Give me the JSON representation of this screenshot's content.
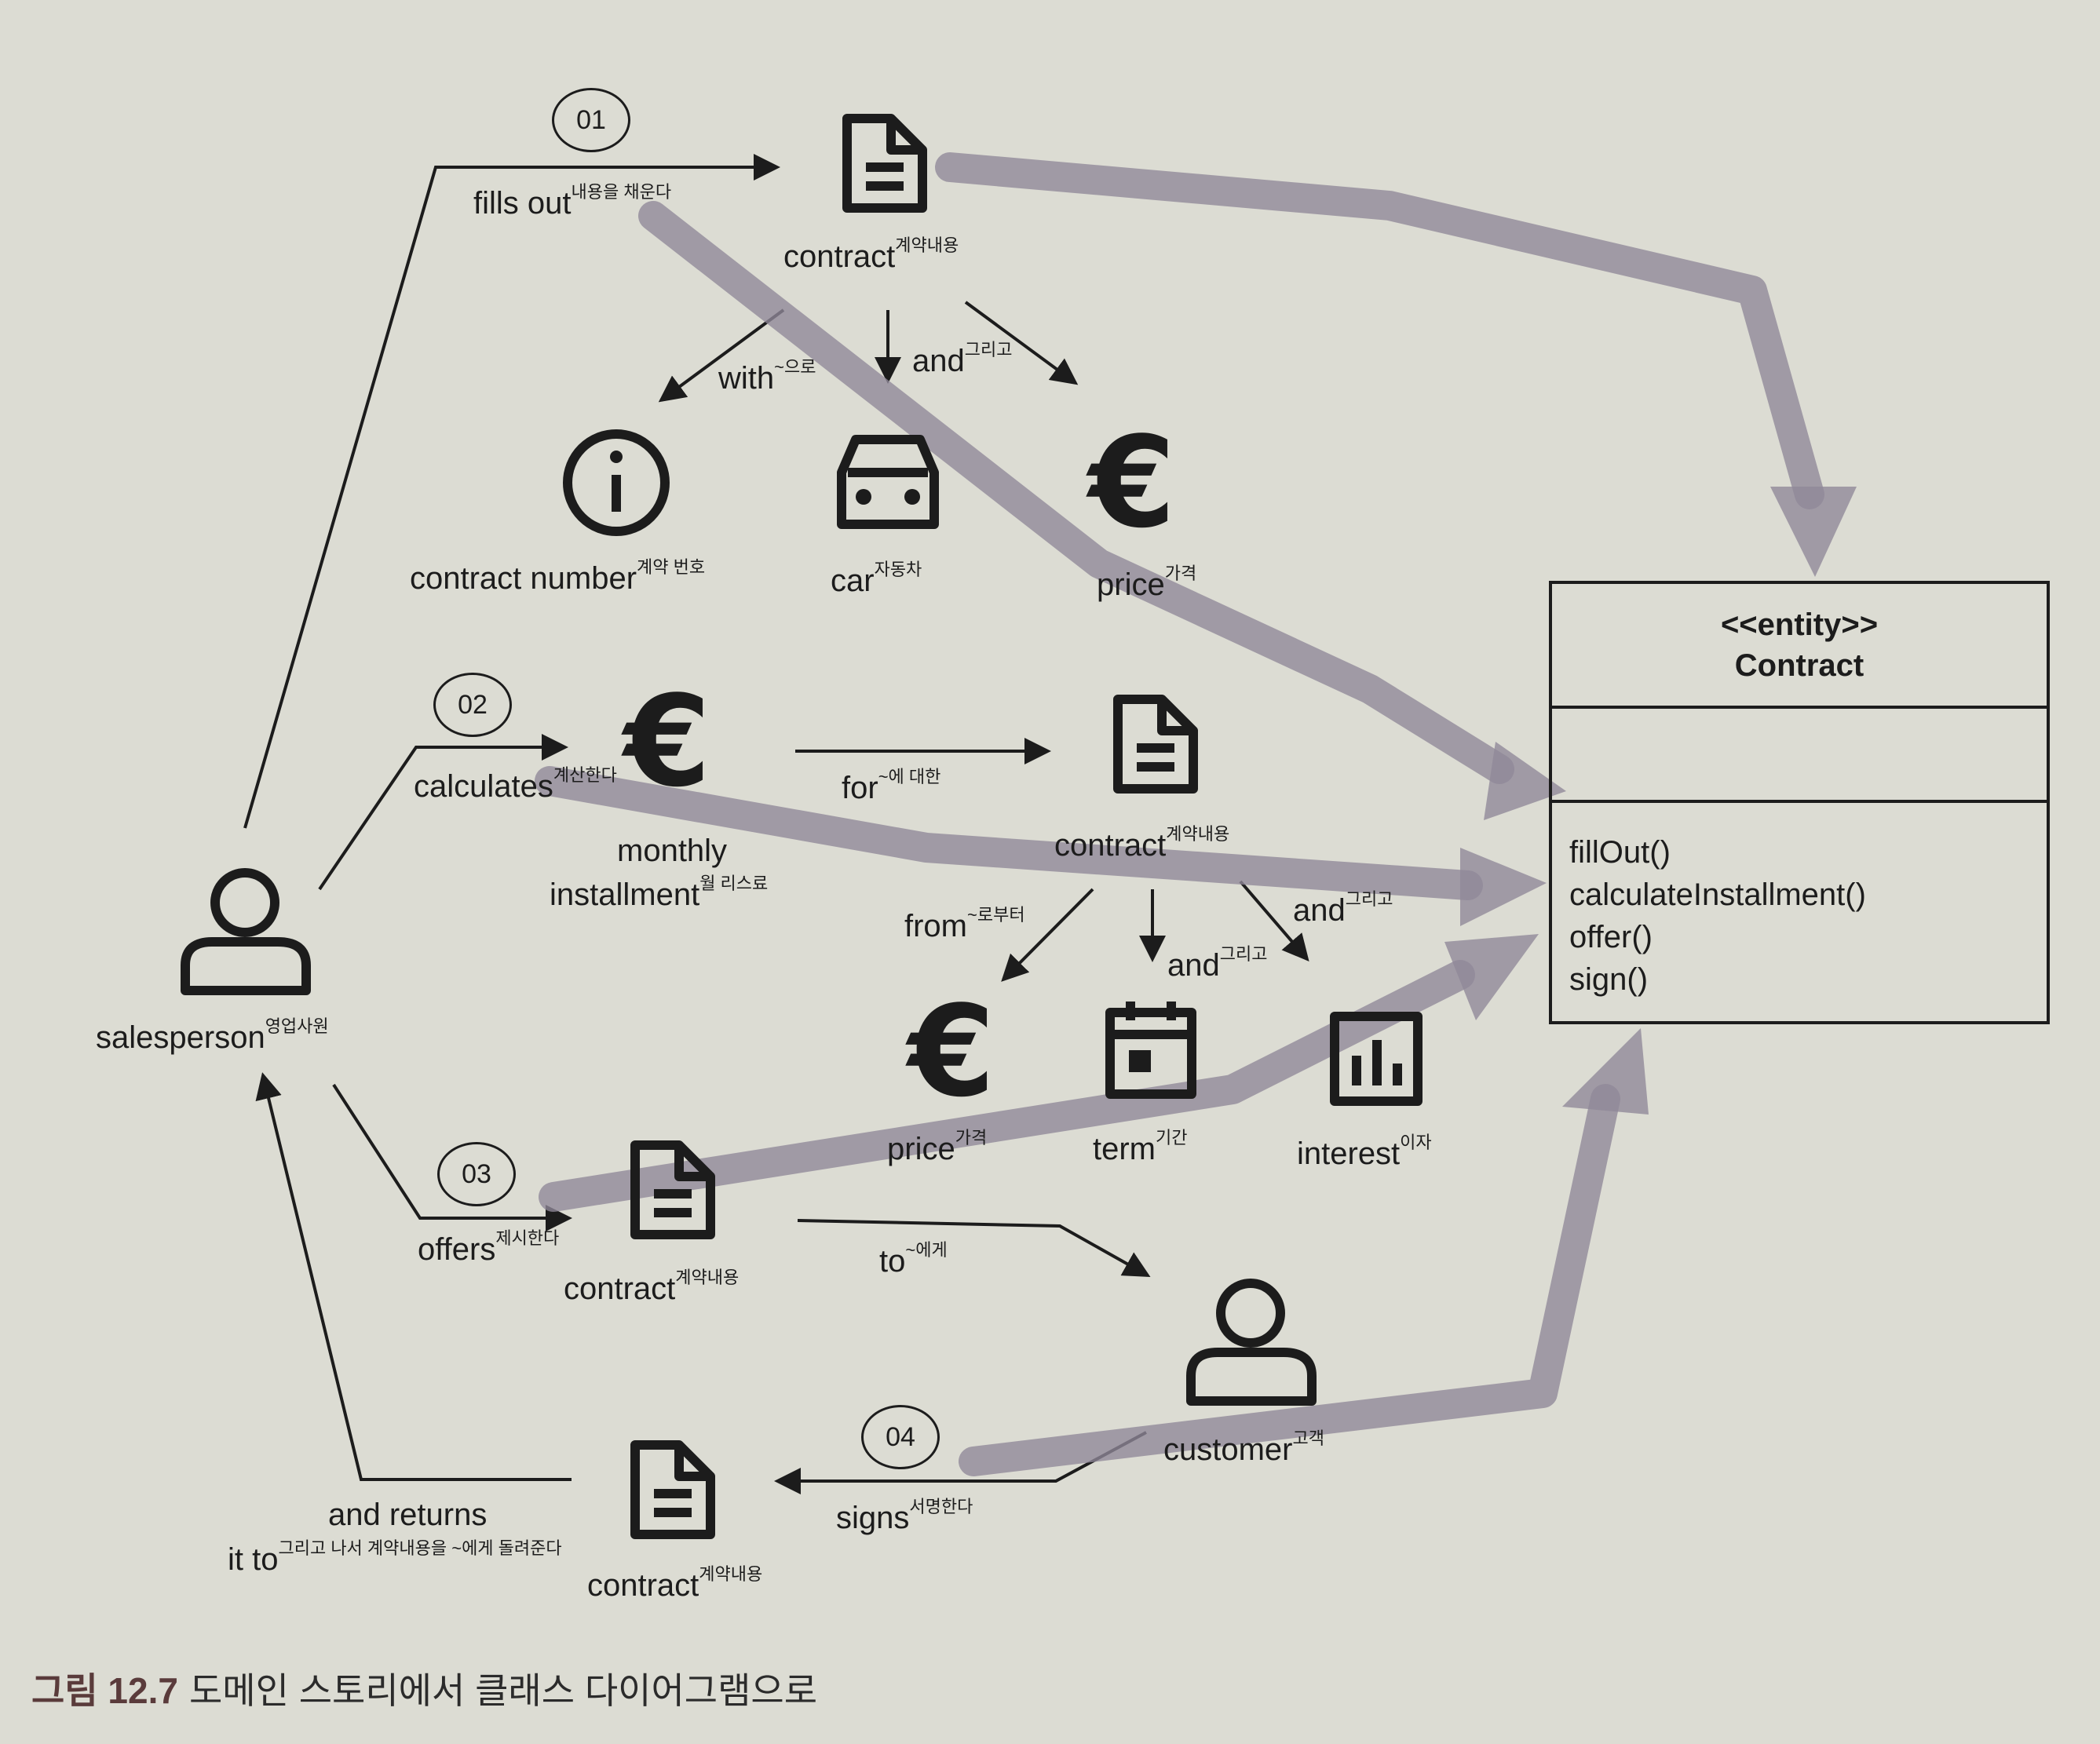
{
  "nodes": {
    "step01": "01",
    "step02": "02",
    "step03": "03",
    "step04": "04",
    "fills_out": {
      "en": "fills out",
      "ko": "내용을 채운다"
    },
    "contract_top": {
      "en": "contract",
      "ko": "계약내용"
    },
    "with": {
      "en": "with",
      "ko": "~으로"
    },
    "and_a": {
      "en": "and",
      "ko": "그리고"
    },
    "contract_number": {
      "en": "contract number",
      "ko": "계약 번호"
    },
    "car": {
      "en": "car",
      "ko": "자동차"
    },
    "price_top": {
      "en": "price",
      "ko": "가격"
    },
    "calculates": {
      "en": "calculates",
      "ko": "계산한다"
    },
    "monthly_line1": "monthly",
    "monthly_line2": {
      "en": "installment",
      "ko": "월 리스료"
    },
    "for": {
      "en": "for",
      "ko": "~에 대한"
    },
    "contract_mid": {
      "en": "contract",
      "ko": "계약내용"
    },
    "from": {
      "en": "from",
      "ko": "~로부터"
    },
    "and_b": {
      "en": "and",
      "ko": "그리고"
    },
    "and_c": {
      "en": "and",
      "ko": "그리고"
    },
    "price_mid": {
      "en": "price",
      "ko": "가격"
    },
    "term": {
      "en": "term",
      "ko": "기간"
    },
    "interest": {
      "en": "interest",
      "ko": "이자"
    },
    "salesperson": {
      "en": "salesperson",
      "ko": "영업사원"
    },
    "offers": {
      "en": "offers",
      "ko": "제시한다"
    },
    "contract_offer": {
      "en": "contract",
      "ko": "계약내용"
    },
    "to": {
      "en": "to",
      "ko": "~에게"
    },
    "customer": {
      "en": "customer",
      "ko": "고객"
    },
    "signs": {
      "en": "signs",
      "ko": "서명한다"
    },
    "contract_bottom": {
      "en": "contract",
      "ko": "계약내용"
    },
    "returns_line1": "and returns",
    "returns_line2": {
      "en": "it to",
      "ko": "그리고 나서 계약내용을 ~에게 돌려준다"
    }
  },
  "entity": {
    "stereotype": "<<entity>>",
    "name": "Contract",
    "operations": [
      "fillOut()",
      "calculateInstallment()",
      "offer()",
      "sign()"
    ]
  },
  "caption": {
    "figure": "그림 12.7",
    "text": "도메인 스토리에서 클래스 다이어그램으로"
  },
  "icons": {
    "document": "document-icon",
    "info": "info-icon",
    "car": "car-icon",
    "euro": "euro-icon",
    "calendar": "calendar-icon",
    "chart": "bar-chart-icon",
    "person": "person-icon"
  },
  "colors": {
    "background": "#dcdcd3",
    "ink": "#1c1c1c",
    "mapping_arrow": "#8f8898"
  }
}
